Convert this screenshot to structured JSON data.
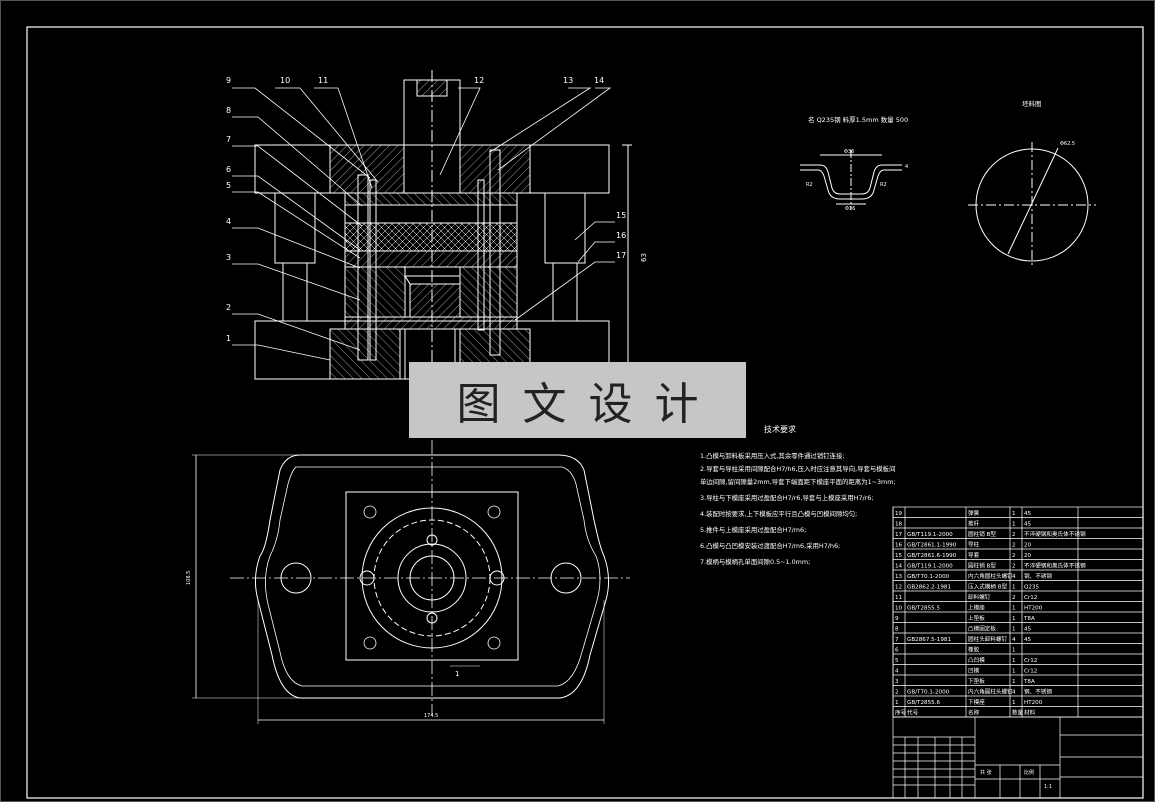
{
  "part_labels_left": [
    "9",
    "10",
    "11",
    "8",
    "7",
    "6",
    "5",
    "4",
    "3",
    "2",
    "1"
  ],
  "part_labels_right": [
    "12",
    "13",
    "14",
    "15",
    "16",
    "17"
  ],
  "section_dims": {
    "height": "63"
  },
  "part_view": {
    "title": "名 Q235钢 料厚1.5mm 数量 500",
    "dim_top": "Φ36",
    "dim_side": "4",
    "dim_left": "R2",
    "dim_bottom": "Φ16",
    "dim_right": "R2"
  },
  "blank_view": {
    "title": "坯料图",
    "dim": "Φ62.5"
  },
  "plan_view": {
    "dim_width": "174.5",
    "dim_height": "108.5",
    "dim_small": "1"
  },
  "watermark": "图文设计",
  "tech": {
    "title": "技术要求",
    "lines": [
      "1.凸模与卸料板采用压入式,其余零件通过销钉连接;",
      "2.导套与导柱采用间隙配合H7/h6,压入时应注意其导向,导套与模板间",
      "  单边间隙,留间隙量2mm,导套下端面距下模座平面的距离为1~3mm;",
      "3.导柱与下模座采用过盈配合H7/r6,导套与上模座采用H7/r6;",
      "4.装配时按要求,上下模板应平行且凸模与凹模间隙均匀;",
      "5.推件与上模座采用过盈配合H7/m6;",
      "6.凸模与凸凹模安装过渡配合H7/m6,采用H7/h6;",
      "7.模柄与模柄孔单面间隙0.5~1.0mm;"
    ]
  },
  "bom": [
    {
      "no": "19",
      "std": "",
      "name": "弹簧",
      "qty": "1",
      "mat": "45"
    },
    {
      "no": "18",
      "std": "",
      "name": "推杆",
      "qty": "1",
      "mat": "45"
    },
    {
      "no": "17",
      "std": "GB/T119.1-2000",
      "name": "圆柱销 B型",
      "qty": "2",
      "mat": "不淬硬钢和奥氏体不锈钢"
    },
    {
      "no": "16",
      "std": "GB/T2861.1-1990",
      "name": "导柱",
      "qty": "2",
      "mat": "20"
    },
    {
      "no": "15",
      "std": "GB/T2861.6-1990",
      "name": "导套",
      "qty": "2",
      "mat": "20"
    },
    {
      "no": "14",
      "std": "GB/T119.1-2000",
      "name": "圆柱销 B型",
      "qty": "2",
      "mat": "不淬硬钢和奥氏体不锈钢"
    },
    {
      "no": "13",
      "std": "GB/T70.1-2000",
      "name": "内六角圆柱头螺钉",
      "qty": "4",
      "mat": "钢、不锈钢"
    },
    {
      "no": "12",
      "std": "GB2862.2-1981",
      "name": "压入式模柄 B型",
      "qty": "1",
      "mat": "Q235"
    },
    {
      "no": "11",
      "std": "",
      "name": "卸料螺钉",
      "qty": "2",
      "mat": "Cr12"
    },
    {
      "no": "10",
      "std": "GB/T2855.5",
      "name": "上模座",
      "qty": "1",
      "mat": "HT200"
    },
    {
      "no": "9",
      "std": "",
      "name": "上垫板",
      "qty": "1",
      "mat": "T8A"
    },
    {
      "no": "8",
      "std": "",
      "name": "凸模固定板",
      "qty": "1",
      "mat": "45"
    },
    {
      "no": "7",
      "std": "GB2867.5-1981",
      "name": "圆柱头卸料螺钉",
      "qty": "4",
      "mat": "45"
    },
    {
      "no": "6",
      "std": "",
      "name": "橡胶",
      "qty": "1",
      "mat": ""
    },
    {
      "no": "5",
      "std": "",
      "name": "凸凹模",
      "qty": "1",
      "mat": "Cr12"
    },
    {
      "no": "4",
      "std": "",
      "name": "凹模",
      "qty": "1",
      "mat": "Cr12"
    },
    {
      "no": "3",
      "std": "",
      "name": "下垫板",
      "qty": "1",
      "mat": "T8A"
    },
    {
      "no": "2",
      "std": "GB/T70.1-2000",
      "name": "内六角圆柱头螺钉",
      "qty": "4",
      "mat": "钢、不锈钢"
    },
    {
      "no": "1",
      "std": "GB/T2855.6",
      "name": "下模座",
      "qty": "1",
      "mat": "HT200"
    }
  ],
  "bom_header": [
    "序号",
    "代号",
    "名称",
    "数量",
    "材料"
  ],
  "title_block": {
    "scale_label": "比例",
    "scale": "1:1",
    "sheet_label": "共 张"
  }
}
